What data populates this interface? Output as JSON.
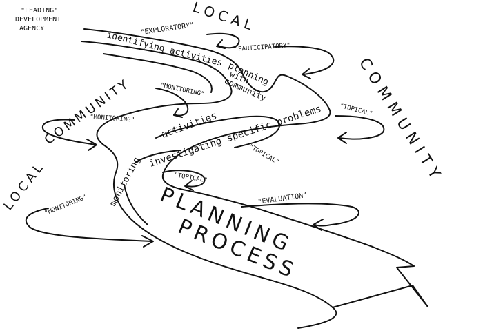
{
  "agency": {
    "line1": "\"LEADING\"",
    "line2": "DEVELOPMENT",
    "line3": "AGENCY"
  },
  "community_labels": {
    "top": "LOCAL",
    "right": "COMMUNITY",
    "left_upper": "COMMUNITY",
    "left_lower": "LOCAL"
  },
  "stage_labels": {
    "exploratory": "\"EXPLORATORY\"",
    "participatory": "\"PARTICIPATORY\"",
    "monitoring_1": "\"MONITORING\"",
    "monitoring_2": "\"MONITORING\"",
    "monitoring_3": "\"MONITORING\"",
    "topical_1": "\"TOPICAL\"",
    "topical_2": "\"TOPICAL\"",
    "topical_3": "\"TOPICAL\"",
    "evaluation": "\"EVALUATION\""
  },
  "flow_texts": {
    "identifying": "identifying activities",
    "planning_1": "planning",
    "planning_2": "with",
    "planning_3": "community",
    "activities": "activities",
    "investigating": "investigating specific problems",
    "monitoring": "monitoring"
  },
  "main_title": {
    "line1": "PLANNING",
    "line2": "PROCESS"
  }
}
